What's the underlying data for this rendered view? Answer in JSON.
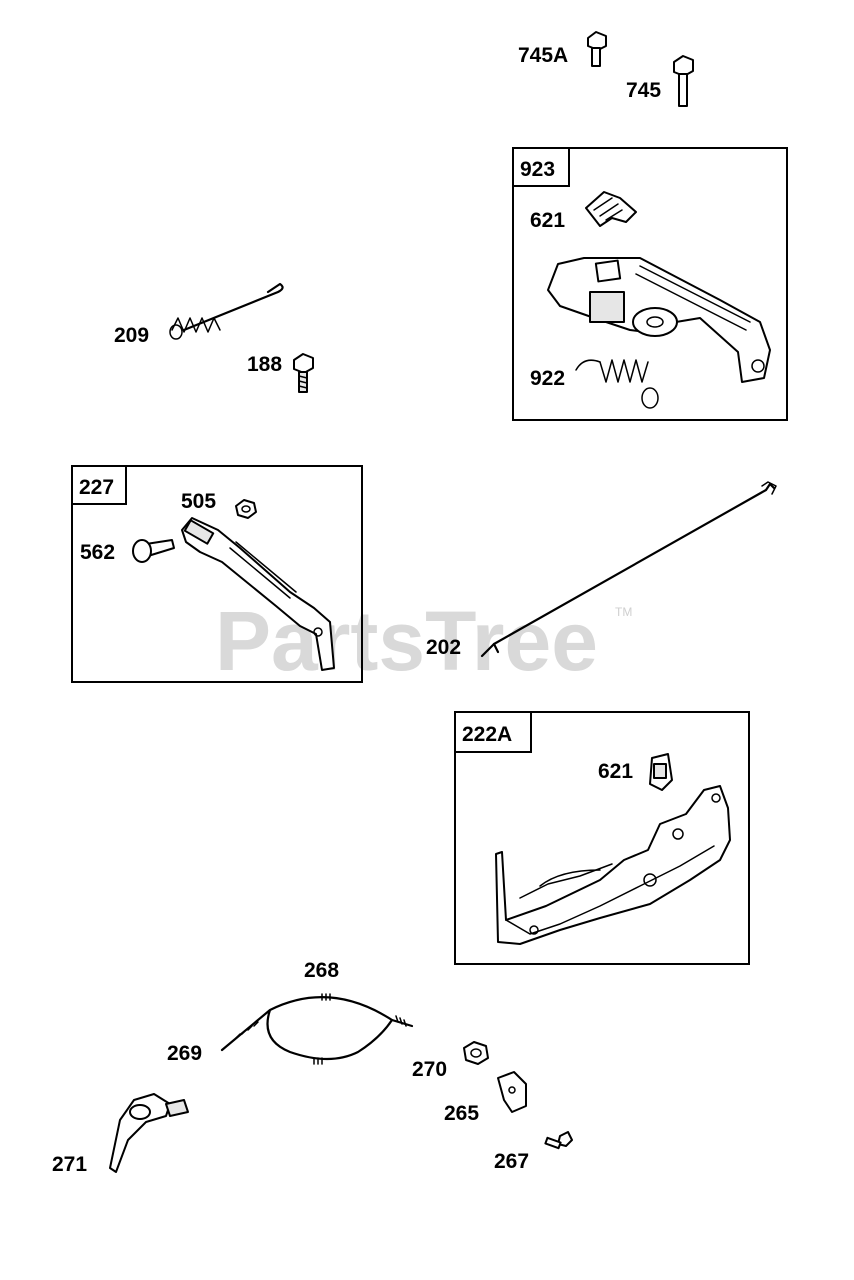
{
  "watermark": {
    "text": "PartsTree",
    "trademark": "TM"
  },
  "labels": {
    "p745a": "745A",
    "p745": "745",
    "p209": "209",
    "p188": "188",
    "p202": "202",
    "p268": "268",
    "p269": "269",
    "p270": "270",
    "p265": "265",
    "p267": "267",
    "p271": "271"
  },
  "groups": {
    "g923": {
      "id": "923",
      "p621": "621",
      "p922": "922"
    },
    "g227": {
      "id": "227",
      "p505": "505",
      "p562": "562"
    },
    "g222a": {
      "id": "222A",
      "p621": "621"
    }
  }
}
